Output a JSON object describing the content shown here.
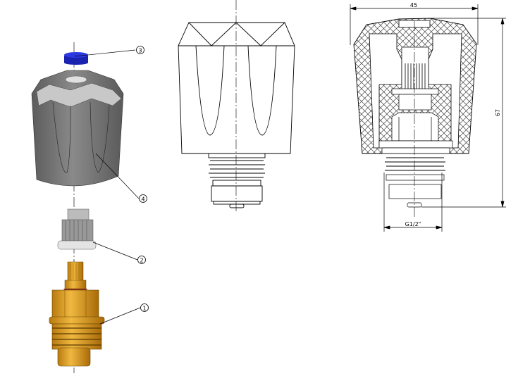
{
  "balloons": {
    "part1": "1",
    "part2": "2",
    "part3": "3",
    "part4": "4"
  },
  "dimensions": {
    "width": "45",
    "height": "67",
    "thread": "G1/2\""
  },
  "colors": {
    "cap": "#2030d0",
    "handle": "#808080",
    "brass": "#d99a1c",
    "seal": "#8a2a20",
    "hatch": "#444444"
  }
}
